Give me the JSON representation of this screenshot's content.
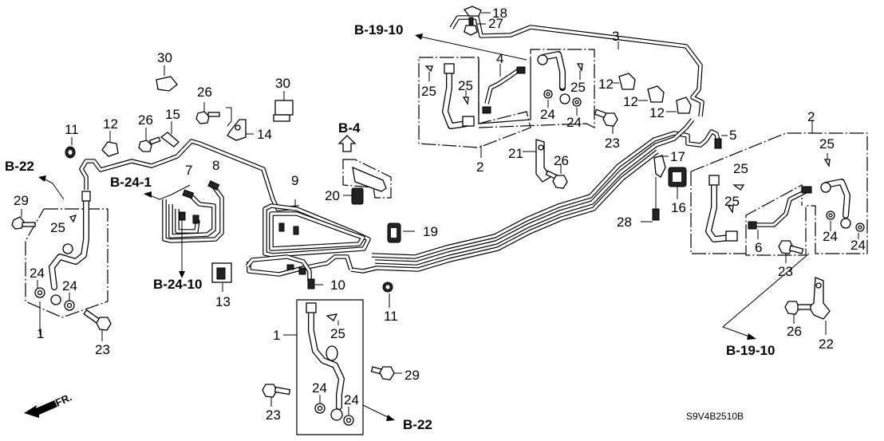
{
  "diagram": {
    "code": "S9V4B2510B",
    "front_indicator": "FR.",
    "references": {
      "b19_10_top": "B-19-10",
      "b19_10_bottom": "B-19-10",
      "b22_left": "B-22",
      "b22_bottom": "B-22",
      "b24_1": "B-24-1",
      "b24_10": "B-24-10",
      "b4": "B-4"
    },
    "callouts": {
      "c1a": "1",
      "c1b": "1",
      "c2a": "2",
      "c2b": "2",
      "c3": "3",
      "c4": "4",
      "c5": "5",
      "c6": "6",
      "c7": "7",
      "c8": "8",
      "c9": "9",
      "c10": "10",
      "c11a": "11",
      "c11b": "11",
      "c12a": "12",
      "c12b": "12",
      "c12c": "12",
      "c12d": "12",
      "c13": "13",
      "c14": "14",
      "c15": "15",
      "c16": "16",
      "c17": "17",
      "c18": "18",
      "c19": "19",
      "c20": "20",
      "c21": "21",
      "c22": "22",
      "c23a": "23",
      "c23b": "23",
      "c23c": "23",
      "c23d": "23",
      "c24a": "24",
      "c24b": "24",
      "c24c": "24",
      "c24d": "24",
      "c24e": "24",
      "c24f": "24",
      "c24g": "24",
      "c24h": "24",
      "c25a": "25",
      "c25b": "25",
      "c25c": "25",
      "c25d": "25",
      "c25e": "25",
      "c25f": "25",
      "c25g": "25",
      "c26a": "26",
      "c26b": "26",
      "c26c": "26",
      "c26d": "26",
      "c27": "27",
      "c28": "28",
      "c29a": "29",
      "c29b": "29",
      "c30a": "30",
      "c30b": "30"
    }
  }
}
